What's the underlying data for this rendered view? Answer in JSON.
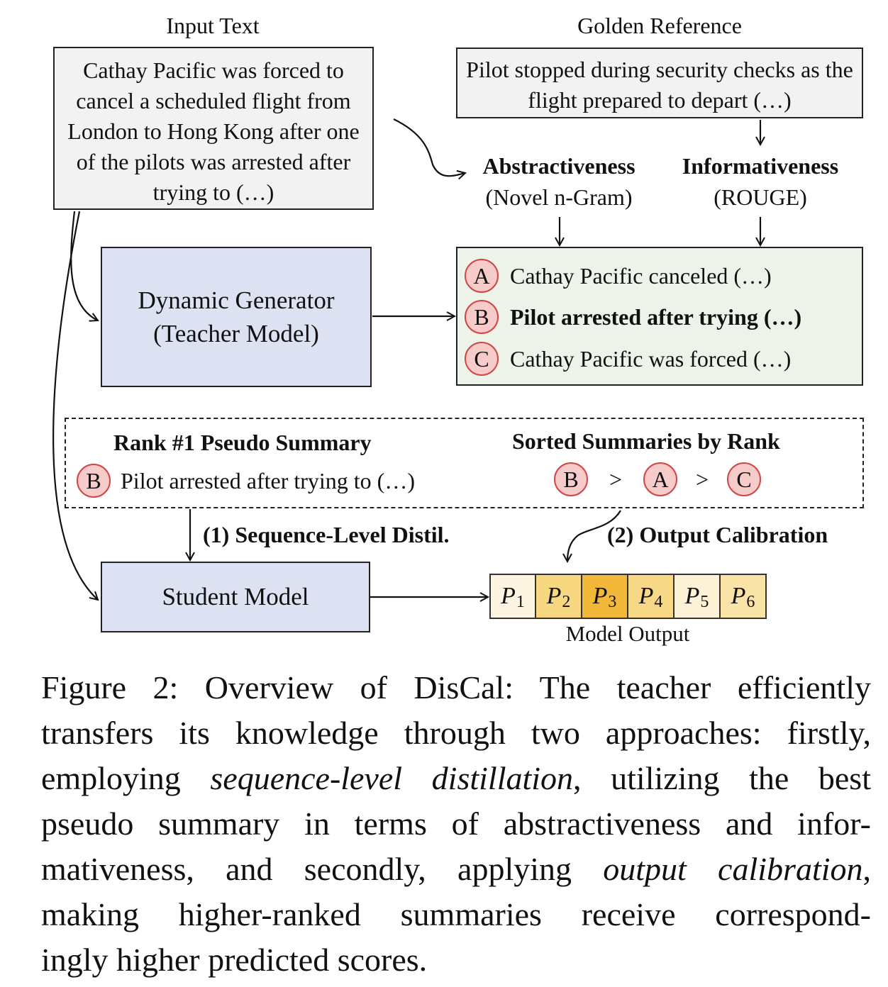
{
  "input": {
    "title": "Input Text",
    "text": "Cathay Pacific was forced to cancel a scheduled flight from London to Hong Kong after one of the pilots was arrested after trying to (…)"
  },
  "golden": {
    "title": "Golden Reference",
    "text": "Pilot stopped during security checks as the flight prepared to depart (…)"
  },
  "metrics": {
    "abstractiveness": "Abstractiveness",
    "abstractiveness_sub": "(Novel n-Gram)",
    "informativeness": "Informativeness",
    "informativeness_sub": "(ROUGE)"
  },
  "teacher": {
    "line1": "Dynamic Generator",
    "line2": "(Teacher Model)"
  },
  "candidates": [
    {
      "id": "A",
      "text": "Cathay Pacific canceled (…)"
    },
    {
      "id": "B",
      "text": "Pilot arrested after trying (…)"
    },
    {
      "id": "C",
      "text": "Cathay Pacific was forced (…)"
    }
  ],
  "rank": {
    "title": "Rank #1 Pseudo Summary",
    "id": "B",
    "text": "Pilot arrested after trying to (…)"
  },
  "sorted": {
    "title": "Sorted Summaries by Rank",
    "order": [
      "B",
      "A",
      "C"
    ],
    "separator": ">"
  },
  "steps": {
    "distil": "(1) Sequence-Level Distil.",
    "calibration": "(2) Output Calibration"
  },
  "student": {
    "label": "Student Model"
  },
  "output": {
    "label": "Model Output",
    "cells": [
      {
        "base": "P",
        "sub": "1",
        "color": "#fdf5e2"
      },
      {
        "base": "P",
        "sub": "2",
        "color": "#f7d77f"
      },
      {
        "base": "P",
        "sub": "3",
        "color": "#f2b83a"
      },
      {
        "base": "P",
        "sub": "4",
        "color": "#f7d886"
      },
      {
        "base": "P",
        "sub": "5",
        "color": "#fdf2d6"
      },
      {
        "base": "P",
        "sub": "6",
        "color": "#fae3a6"
      }
    ]
  },
  "caption": {
    "lines": [
      "Figure 2: Overview of DisCal: The teacher efficiently",
      "transfers its knowledge through two approaches: firstly,",
      "employing |sequence-level distillation|, utilizing the best",
      "pseudo summary in terms of abstractiveness and infor-",
      "mativeness, and secondly, applying |output calibration|,",
      "making higher-ranked summaries receive correspond-",
      "ingly higher predicted scores."
    ]
  }
}
